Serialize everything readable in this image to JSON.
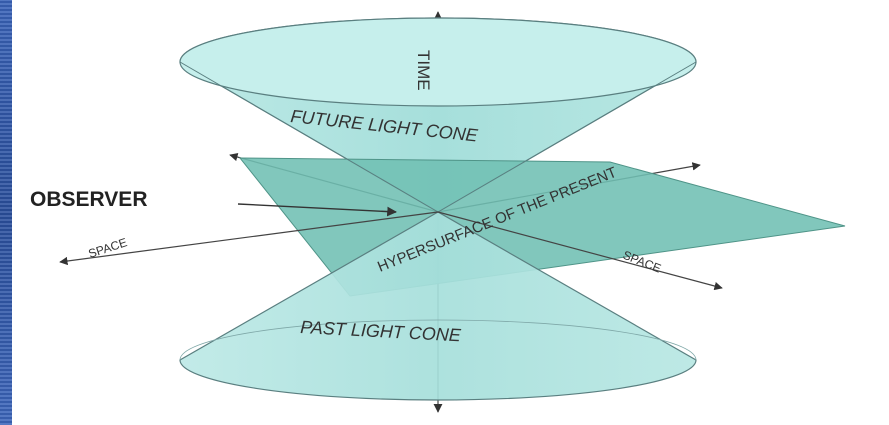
{
  "diagram": {
    "time_label": "TIME",
    "future_cone_label": "FUTURE LIGHT CONE",
    "observer_label": "OBSERVER",
    "space_left_label": "SPACE",
    "space_right_label": "SPACE",
    "hypersurface_label": "HYPERSURFACE OF THE PRESENT",
    "past_cone_label": "PAST LIGHT CONE"
  },
  "colors": {
    "cone_fill": "#a9e3e0",
    "cone_top_fill": "#c6efec",
    "plane_fill": "#6fbfb3",
    "outline": "#5a7f80",
    "side_strip": "#2f58a8"
  }
}
